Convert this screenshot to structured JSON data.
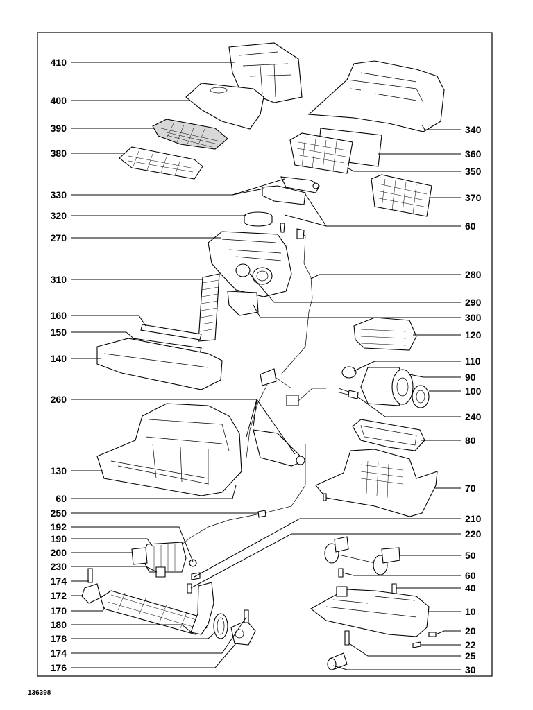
{
  "drawing_number": "136398",
  "labels_left": [
    "410",
    "400",
    "390",
    "380",
    "330",
    "320",
    "270",
    "310",
    "160",
    "150",
    "140",
    "260",
    "130",
    "60",
    "250",
    "192",
    "190",
    "200",
    "230",
    "174",
    "172",
    "170",
    "180",
    "178",
    "174",
    "176"
  ],
  "labels_right": [
    "340",
    "360",
    "350",
    "370",
    "60",
    "280",
    "290",
    "300",
    "120",
    "110",
    "90",
    "100",
    "240",
    "80",
    "70",
    "210",
    "220",
    "50",
    "60",
    "40",
    "10",
    "20",
    "22",
    "25",
    "30"
  ]
}
